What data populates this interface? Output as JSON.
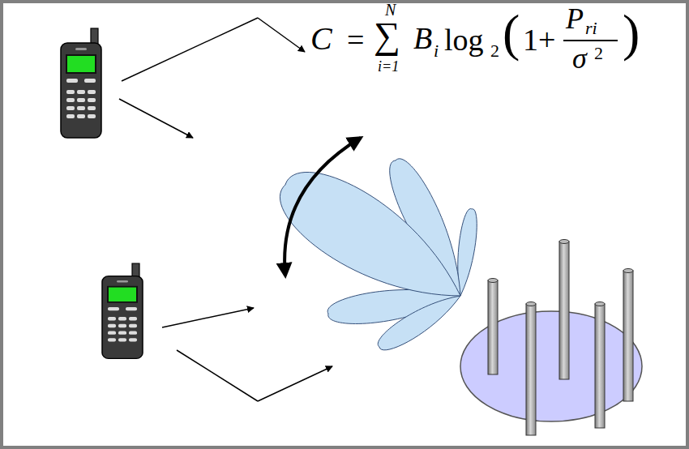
{
  "diagram": {
    "labels": [
      "C",
      "=",
      "∑",
      "N",
      "i=1",
      "B",
      "i",
      "log",
      "2",
      "(",
      "1+",
      "P",
      "ri",
      "σ",
      "2",
      ")"
    ]
  }
}
